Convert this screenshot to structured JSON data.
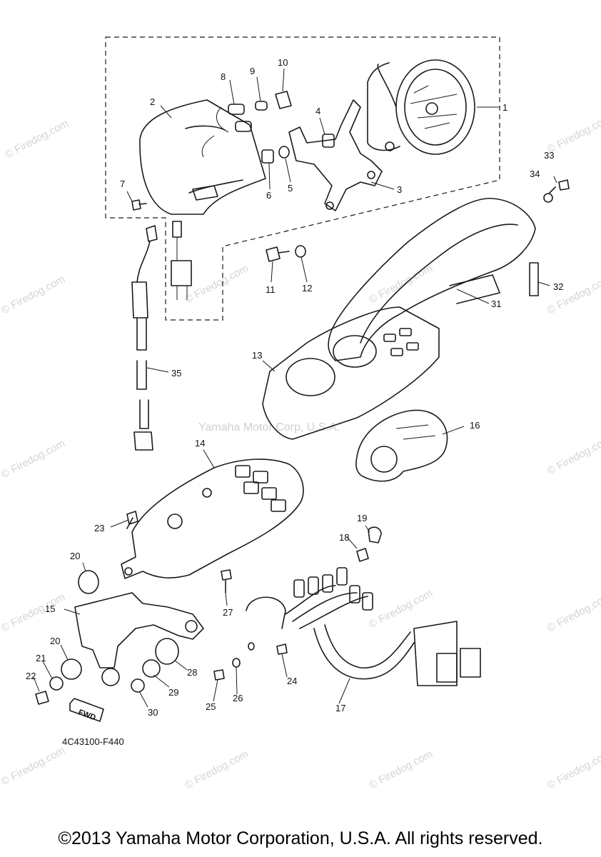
{
  "diagram": {
    "part_code": "4C43100-F440",
    "center_watermark": "Yamaha Motor Corp, U.S.A.",
    "watermark": "© Firedog.com",
    "fwd_label": "FWD",
    "callouts": [
      "1",
      "2",
      "3",
      "4",
      "5",
      "6",
      "7",
      "8",
      "9",
      "10",
      "11",
      "12",
      "13",
      "14",
      "15",
      "16",
      "17",
      "18",
      "19",
      "20",
      "20",
      "21",
      "22",
      "23",
      "24",
      "25",
      "26",
      "27",
      "28",
      "29",
      "30",
      "31",
      "32",
      "33",
      "34",
      "35"
    ]
  },
  "footer": {
    "copyright": "©2013 Yamaha Motor Corporation, U.S.A. All rights reserved."
  }
}
